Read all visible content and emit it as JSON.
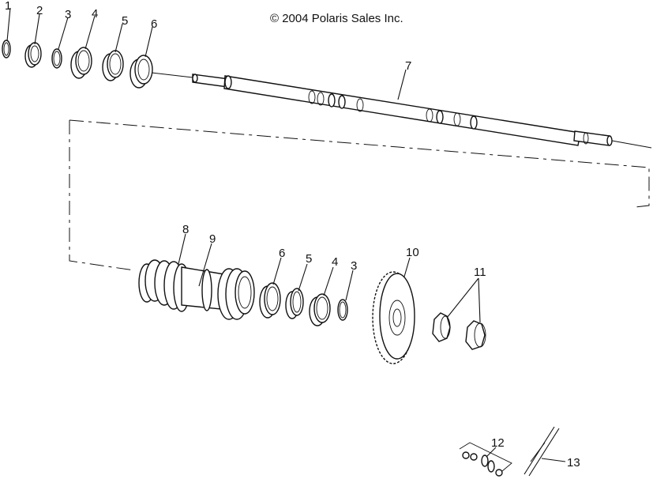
{
  "diagram": {
    "copyright": "© 2004 Polaris Sales Inc.",
    "callouts": {
      "c1": "1",
      "c2": "2",
      "c3_top": "3",
      "c4_top": "4",
      "c5_top": "5",
      "c6_top": "6",
      "c7": "7",
      "c8": "8",
      "c9": "9",
      "c6_bot": "6",
      "c5_bot": "5",
      "c4_bot": "4",
      "c3_bot": "3",
      "c10": "10",
      "c11": "11",
      "c12": "12",
      "c13": "13"
    }
  }
}
